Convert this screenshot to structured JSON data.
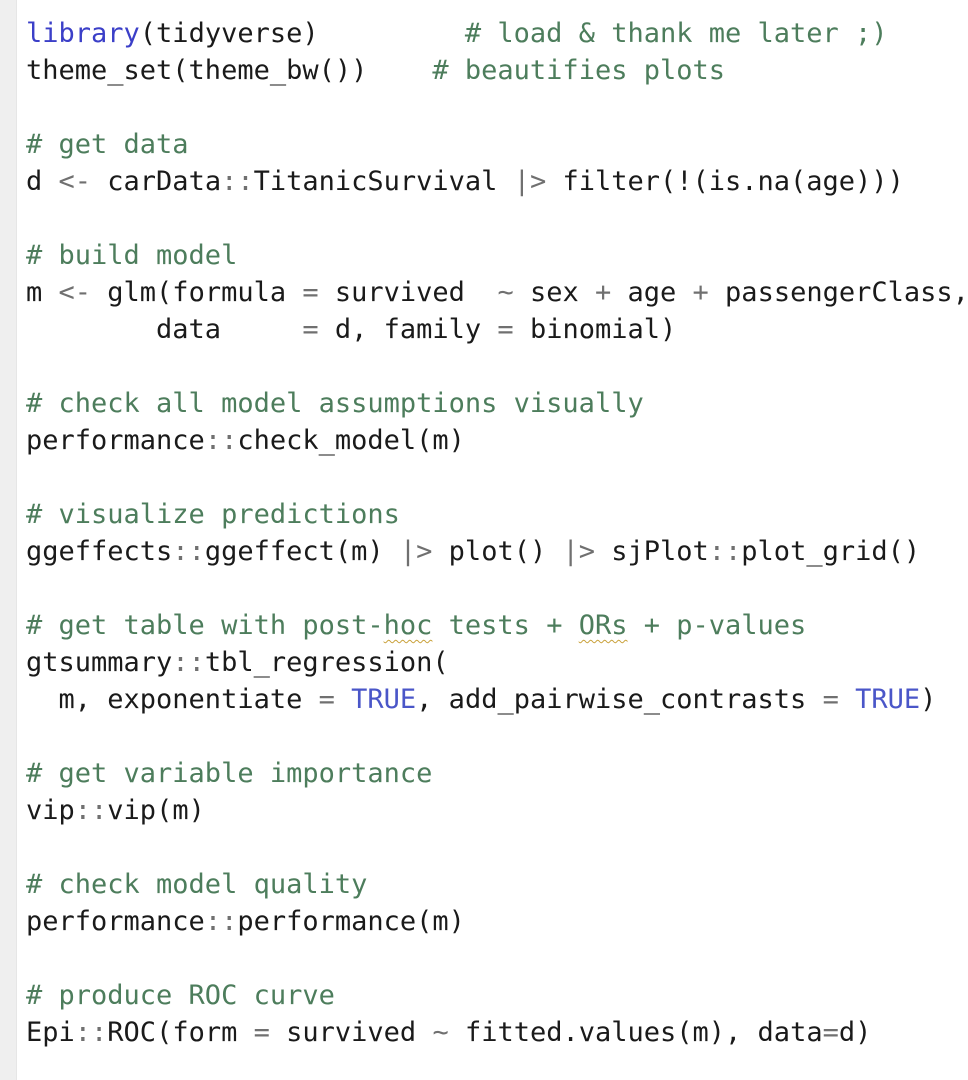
{
  "editor": {
    "colors": {
      "background": "#ffffff",
      "gutter": "#efefef",
      "text": "#1a1a1a",
      "keyword": "#3b3fc8",
      "boolean": "#4a56c8",
      "operator": "#707070",
      "comment": "#4d7d5c",
      "squiggle": "#c9a13a"
    },
    "lines": [
      [
        {
          "t": "library",
          "c": "kw"
        },
        {
          "t": "(tidyverse)         ",
          "c": "plain"
        },
        {
          "t": "# load & thank me later ;)",
          "c": "cmt"
        }
      ],
      [
        {
          "t": "theme_set(theme_bw())    ",
          "c": "plain"
        },
        {
          "t": "# beautifies plots",
          "c": "cmt"
        }
      ],
      [],
      [
        {
          "t": "# get data",
          "c": "cmt"
        }
      ],
      [
        {
          "t": "d ",
          "c": "plain"
        },
        {
          "t": "<-",
          "c": "op"
        },
        {
          "t": " carData",
          "c": "plain"
        },
        {
          "t": "::",
          "c": "op"
        },
        {
          "t": "TitanicSurvival ",
          "c": "plain"
        },
        {
          "t": "|>",
          "c": "op"
        },
        {
          "t": " filter(!(is.na(age)))",
          "c": "plain"
        }
      ],
      [],
      [
        {
          "t": "# build model",
          "c": "cmt"
        }
      ],
      [
        {
          "t": "m ",
          "c": "plain"
        },
        {
          "t": "<-",
          "c": "op"
        },
        {
          "t": " glm(formula ",
          "c": "plain"
        },
        {
          "t": "=",
          "c": "op"
        },
        {
          "t": " survived  ",
          "c": "plain"
        },
        {
          "t": "~",
          "c": "op"
        },
        {
          "t": " sex ",
          "c": "plain"
        },
        {
          "t": "+",
          "c": "op"
        },
        {
          "t": " age ",
          "c": "plain"
        },
        {
          "t": "+",
          "c": "op"
        },
        {
          "t": " passengerClass,",
          "c": "plain"
        }
      ],
      [
        {
          "t": "        data     ",
          "c": "plain"
        },
        {
          "t": "=",
          "c": "op"
        },
        {
          "t": " d, family ",
          "c": "plain"
        },
        {
          "t": "=",
          "c": "op"
        },
        {
          "t": " binomial)",
          "c": "plain"
        }
      ],
      [],
      [
        {
          "t": "# check all model assumptions visually",
          "c": "cmt"
        }
      ],
      [
        {
          "t": "performance",
          "c": "plain"
        },
        {
          "t": "::",
          "c": "op"
        },
        {
          "t": "check_model(m)",
          "c": "plain"
        }
      ],
      [],
      [
        {
          "t": "# visualize predictions",
          "c": "cmt"
        }
      ],
      [
        {
          "t": "ggeffects",
          "c": "plain"
        },
        {
          "t": "::",
          "c": "op"
        },
        {
          "t": "ggeffect(m) ",
          "c": "plain"
        },
        {
          "t": "|>",
          "c": "op"
        },
        {
          "t": " plot() ",
          "c": "plain"
        },
        {
          "t": "|>",
          "c": "op"
        },
        {
          "t": " sjPlot",
          "c": "plain"
        },
        {
          "t": "::",
          "c": "op"
        },
        {
          "t": "plot_grid()",
          "c": "plain"
        }
      ],
      [],
      [
        {
          "t": "# get table with post-",
          "c": "cmt"
        },
        {
          "t": "hoc",
          "c": "cmt",
          "squiggle": true
        },
        {
          "t": " tests + ",
          "c": "cmt"
        },
        {
          "t": "ORs",
          "c": "cmt",
          "squiggle": true
        },
        {
          "t": " + p-values",
          "c": "cmt"
        }
      ],
      [
        {
          "t": "gtsummary",
          "c": "plain"
        },
        {
          "t": "::",
          "c": "op"
        },
        {
          "t": "tbl_regression(",
          "c": "plain"
        }
      ],
      [
        {
          "t": "  m, exponentiate ",
          "c": "plain"
        },
        {
          "t": "=",
          "c": "op"
        },
        {
          "t": " ",
          "c": "plain"
        },
        {
          "t": "TRUE",
          "c": "bool"
        },
        {
          "t": ", add_pairwise_contrasts ",
          "c": "plain"
        },
        {
          "t": "=",
          "c": "op"
        },
        {
          "t": " ",
          "c": "plain"
        },
        {
          "t": "TRUE",
          "c": "bool"
        },
        {
          "t": ")",
          "c": "plain"
        }
      ],
      [],
      [
        {
          "t": "# get variable importance",
          "c": "cmt"
        }
      ],
      [
        {
          "t": "vip",
          "c": "plain"
        },
        {
          "t": "::",
          "c": "op"
        },
        {
          "t": "vip(m)",
          "c": "plain"
        }
      ],
      [],
      [
        {
          "t": "# check model quality",
          "c": "cmt"
        }
      ],
      [
        {
          "t": "performance",
          "c": "plain"
        },
        {
          "t": "::",
          "c": "op"
        },
        {
          "t": "performance(m)",
          "c": "plain"
        }
      ],
      [],
      [
        {
          "t": "# produce ROC curve",
          "c": "cmt"
        }
      ],
      [
        {
          "t": "Epi",
          "c": "plain"
        },
        {
          "t": "::",
          "c": "op"
        },
        {
          "t": "ROC(form ",
          "c": "plain"
        },
        {
          "t": "=",
          "c": "op"
        },
        {
          "t": " survived ",
          "c": "plain"
        },
        {
          "t": "~",
          "c": "op"
        },
        {
          "t": " fitted.values(m), data",
          "c": "plain"
        },
        {
          "t": "=",
          "c": "op"
        },
        {
          "t": "d)",
          "c": "plain"
        }
      ]
    ]
  }
}
